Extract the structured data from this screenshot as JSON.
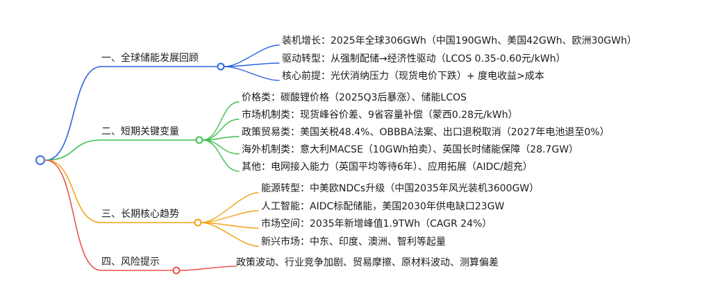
{
  "colors": {
    "root": "#3b6fd8",
    "branches": [
      "#2b63e0",
      "#3cbf4a",
      "#f5a014",
      "#e8524a"
    ]
  },
  "branches": [
    {
      "label": "一、全球储能发展回顾",
      "items": [
        "装机增长：2025年全球306GWh（中国190GWh、美国42GWh、欧洲30GWh）",
        "驱动转型：从强制配储→经济性驱动（LCOS 0.35-0.60元/kWh）",
        "核心前提：光伏消纳压力（现货电价下跌）+ 度电收益>成本"
      ]
    },
    {
      "label": "二、短期关键变量",
      "items": [
        "价格类：碳酸锂价格（2025Q3后暴涨）、储能LCOS",
        "市场机制类：现货峰谷价差、9省容量补偿（蒙西0.28元/kWh）",
        "政策贸易类：美国关税48.4%、OBBBA法案、出口退税取消（2027年电池退至0%）",
        "海外机制类：意大利MACSE（10GWh拍卖）、英国长时储能保障（28.7GW）",
        "其他：电网接入能力（英国平均等待6年）、应用拓展（AIDC/超充）"
      ]
    },
    {
      "label": "三、长期核心趋势",
      "items": [
        "能源转型：中美欧NDCs升级（中国2035年风光装机3600GW）",
        "人工智能：AIDC标配储能，美国2030年供电缺口23GW",
        "市场空间：2035年新增峰值1.9TWh（CAGR 24%）",
        "新兴市场：中东、印度、澳洲、智利等起量"
      ]
    },
    {
      "label": "四、风险提示",
      "items": [
        "政策波动、行业竞争加剧、贸易摩擦、原材料波动、测算偏差"
      ]
    }
  ]
}
